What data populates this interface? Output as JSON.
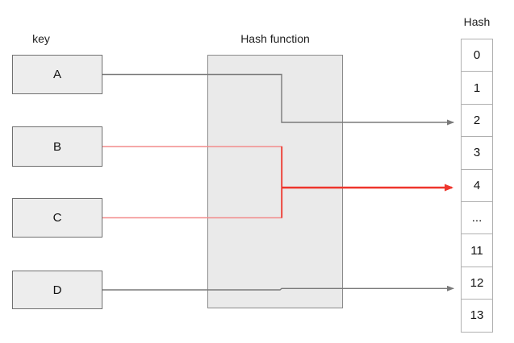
{
  "labels": {
    "key": "key",
    "hash_function": "Hash function",
    "hash": "Hash"
  },
  "keys": [
    {
      "label": "A"
    },
    {
      "label": "B"
    },
    {
      "label": "C"
    },
    {
      "label": "D"
    }
  ],
  "hash_cells": [
    "0",
    "1",
    "2",
    "3",
    "4",
    "...",
    "11",
    "12",
    "13"
  ],
  "mappings": [
    {
      "key": "A",
      "hash": "2",
      "color": "gray"
    },
    {
      "key": "B",
      "hash": "4",
      "color": "red",
      "collision": true
    },
    {
      "key": "C",
      "hash": "4",
      "color": "red",
      "collision": true
    },
    {
      "key": "D",
      "hash": "12",
      "color": "gray"
    }
  ],
  "colors": {
    "line_gray": "#7a7a7a",
    "line_red_light": "#f28c8c",
    "line_red": "#ee352c",
    "box_fill": "#eaeaea",
    "box_border": "#8b8b8b",
    "cell_border": "#b0b0b0"
  }
}
